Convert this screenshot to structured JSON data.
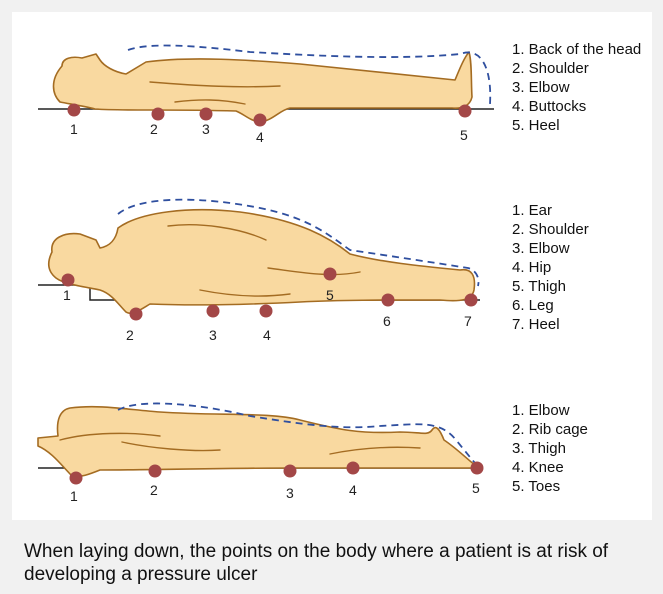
{
  "figures": [
    {
      "position": "supine",
      "legend": [
        "1. Back of the head",
        "2. Shoulder",
        "3. Elbow",
        "4. Buttocks",
        "5. Heel"
      ],
      "markers": [
        "1",
        "2",
        "3",
        "4",
        "5"
      ]
    },
    {
      "position": "side-lying",
      "legend": [
        "1. Ear",
        "2. Shoulder",
        "3. Elbow",
        "4. Hip",
        "5. Thigh",
        "6. Leg",
        "7. Heel"
      ],
      "markers": [
        "1",
        "2",
        "3",
        "4",
        "5",
        "6",
        "7"
      ]
    },
    {
      "position": "prone",
      "legend": [
        "1. Elbow",
        "2. Rib cage",
        "3. Thigh",
        "4. Knee",
        "5. Toes"
      ],
      "markers": [
        "1",
        "2",
        "3",
        "4",
        "5"
      ]
    }
  ],
  "caption": "When laying down, the points on the body where a patient is at risk of developing a pressure ulcer",
  "colors": {
    "skin": "#f9d9a0",
    "outline": "#a46c22",
    "pressure_point": "#a34747",
    "clearance_line": "#2f4f9f",
    "ground": "#222222"
  }
}
